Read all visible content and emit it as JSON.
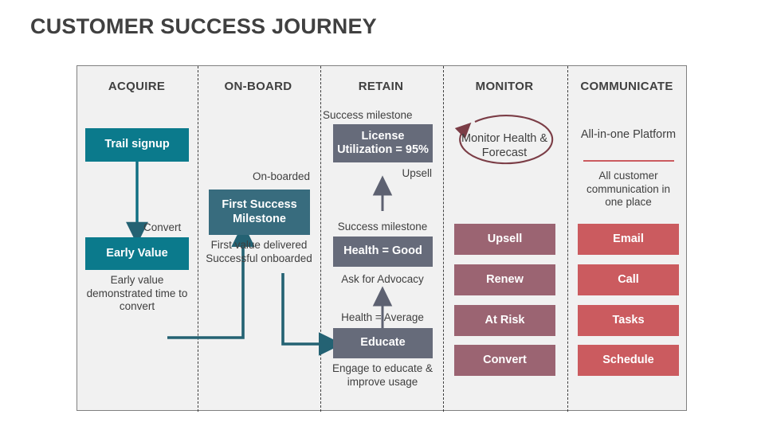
{
  "slide": {
    "title": "CUSTOMER SUCCESS JOURNEY"
  },
  "columns": [
    {
      "id": "acquire",
      "label": "ACQUIRE"
    },
    {
      "id": "onboard",
      "label": "ON-BOARD"
    },
    {
      "id": "retain",
      "label": "RETAIN"
    },
    {
      "id": "monitor",
      "label": "MONITOR"
    },
    {
      "id": "communicate",
      "label": "COMMUNICATE"
    }
  ],
  "acquire": {
    "box_trial": "Trail signup",
    "arrow_label": "Convert",
    "box_early_value": "Early Value",
    "caption": "Early value demonstrated time to convert"
  },
  "onboard": {
    "caption_top": "On-boarded",
    "box_first_success": "First Success Milestone",
    "caption_bottom": "First value delivered Successful onboarded"
  },
  "retain": {
    "caption_license": "Success milestone",
    "box_license": "License Utilization = 95%",
    "label_upsell": "Upsell",
    "caption_health": "Success milestone",
    "box_health": "Health = Good",
    "label_advocacy": "Ask for Advocacy",
    "label_health_average": "Health = Average",
    "box_educate": "Educate",
    "caption_educate": "Engage to educate & improve usage"
  },
  "monitor": {
    "oval_label": "Monitor Health & Forecast",
    "boxes": [
      "Upsell",
      "Renew",
      "At Risk",
      "Convert"
    ]
  },
  "communicate": {
    "headline": "All-in-one Platform",
    "subtext": "All customer communication in one place",
    "boxes": [
      "Email",
      "Call",
      "Tasks",
      "Schedule"
    ]
  },
  "colors": {
    "teal": "#0b7a8c",
    "slate_teal": "#386c7e",
    "gray": "#666b7a",
    "mauve": "#9b6472",
    "red": "#cb5b5f",
    "panel_bg": "#f1f1f1",
    "text": "#3f3f3f",
    "oval_stroke": "#7b3d46"
  }
}
